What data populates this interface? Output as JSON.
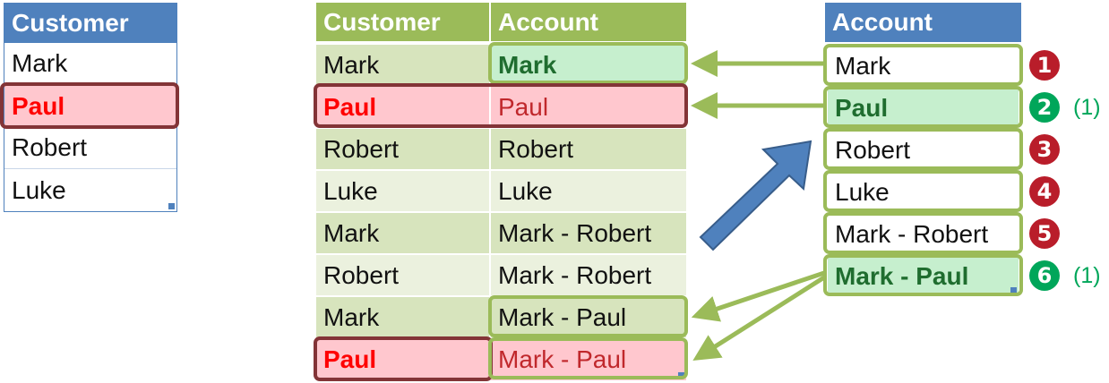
{
  "left_table": {
    "header": "Customer",
    "rows": [
      "Mark",
      "Paul",
      "Robert",
      "Luke"
    ]
  },
  "middle_table": {
    "headers": [
      "Customer",
      "Account"
    ],
    "rows": [
      {
        "customer": "Mark",
        "account": "Mark"
      },
      {
        "customer": "Paul",
        "account": "Paul"
      },
      {
        "customer": "Robert",
        "account": "Robert"
      },
      {
        "customer": "Luke",
        "account": "Luke"
      },
      {
        "customer": "Mark",
        "account": "Mark - Robert"
      },
      {
        "customer": "Robert",
        "account": "Mark - Robert"
      },
      {
        "customer": "Mark",
        "account": "Mark - Paul"
      },
      {
        "customer": "Paul",
        "account": "Mark - Paul"
      }
    ]
  },
  "right_table": {
    "header": "Account",
    "rows": [
      {
        "label": "Mark",
        "number": "1",
        "note": ""
      },
      {
        "label": "Paul",
        "number": "2",
        "note": "(1)"
      },
      {
        "label": "Robert",
        "number": "3",
        "note": ""
      },
      {
        "label": "Luke",
        "number": "4",
        "note": ""
      },
      {
        "label": "Mark - Robert",
        "number": "5",
        "note": ""
      },
      {
        "label": "Mark - Paul",
        "number": "6",
        "note": "(1)"
      }
    ]
  },
  "colors": {
    "header_blue": "#4f81bd",
    "header_green": "#9bbb59",
    "highlight_red": "#833437",
    "highlight_green": "#9bbb59",
    "badge_red": "#b91d2a",
    "badge_green": "#00a65a",
    "arrow_blue": "#4f81bd"
  }
}
